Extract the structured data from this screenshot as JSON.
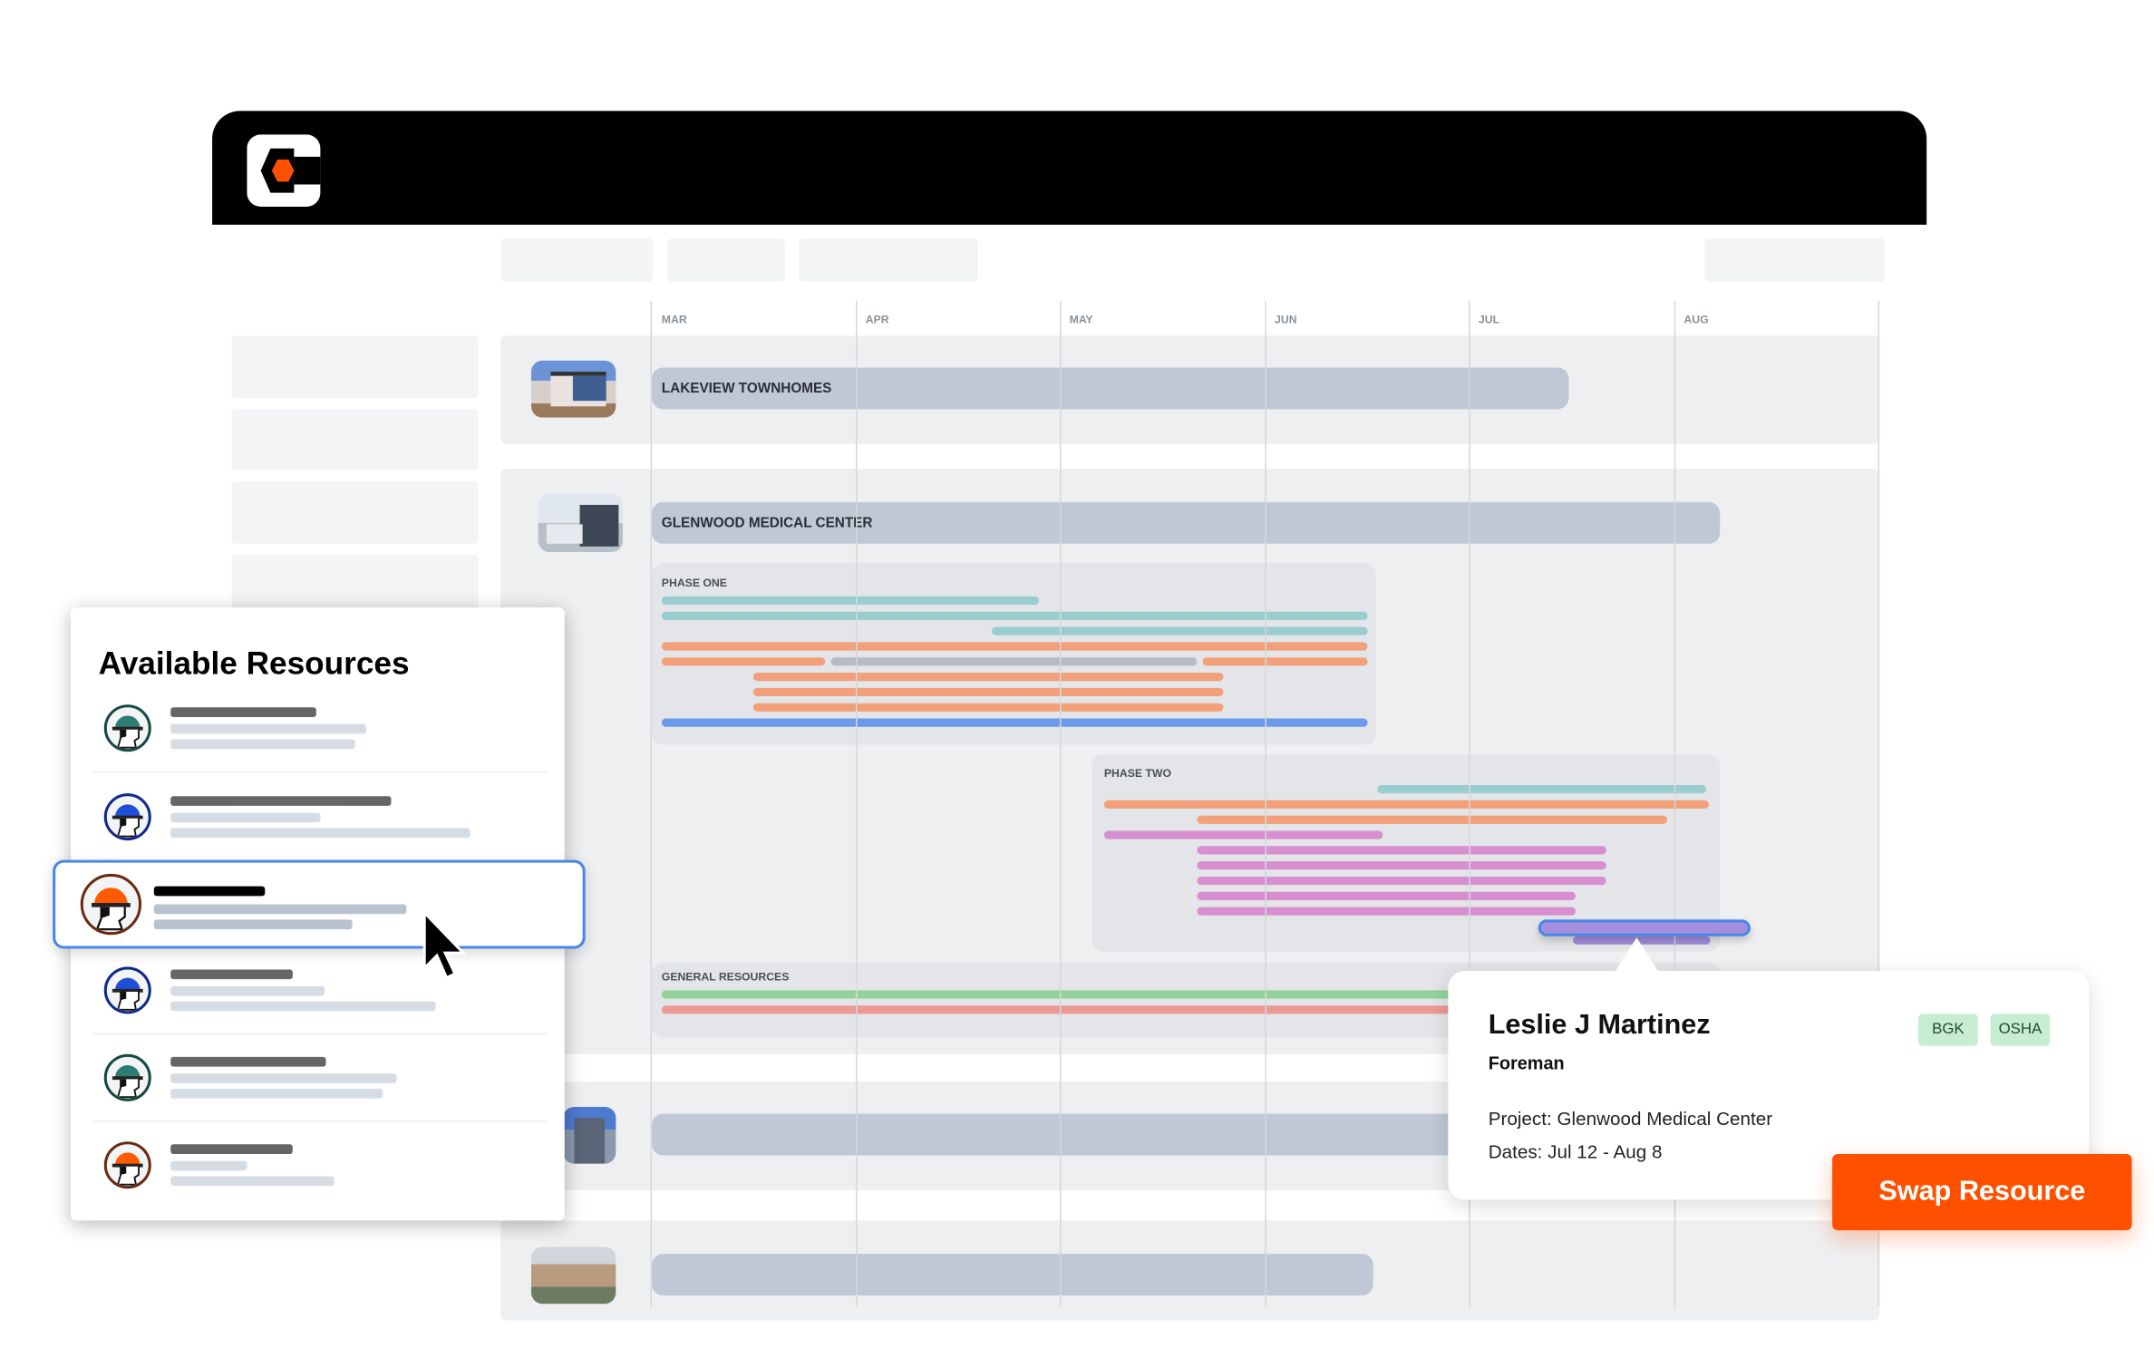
{
  "app": {
    "logo": "C logo"
  },
  "timeline": {
    "months": [
      "MAR",
      "APR",
      "MAY",
      "JUN",
      "JUL",
      "AUG"
    ]
  },
  "projects": [
    {
      "name": "LAKEVIEW TOWNHOMES"
    },
    {
      "name": "GLENWOOD MEDICAL CENTER",
      "groups": [
        "PHASE ONE",
        "PHASE TWO",
        "GENERAL RESOURCES"
      ]
    },
    {
      "name": ""
    },
    {
      "name": ""
    }
  ],
  "resources_panel": {
    "title": "Available Resources",
    "avatar_colors": [
      "#2e7d74",
      "#1f4fd8",
      "#ff5a00",
      "#1f4fd8",
      "#2e7d74",
      "#ff5a00"
    ]
  },
  "tooltip": {
    "name": "Leslie J Martinez",
    "role": "Foreman",
    "project": "Project: Glenwood Medical Center",
    "dates": "Dates: Jul 12 - Aug 8",
    "badges": [
      "BGK",
      "OSHA"
    ]
  },
  "actions": {
    "swap_label": "Swap Resource"
  },
  "colors": {
    "accent": "#ff5000",
    "selection": "#4a86e8",
    "badge_bg": "#c8ecd0"
  }
}
